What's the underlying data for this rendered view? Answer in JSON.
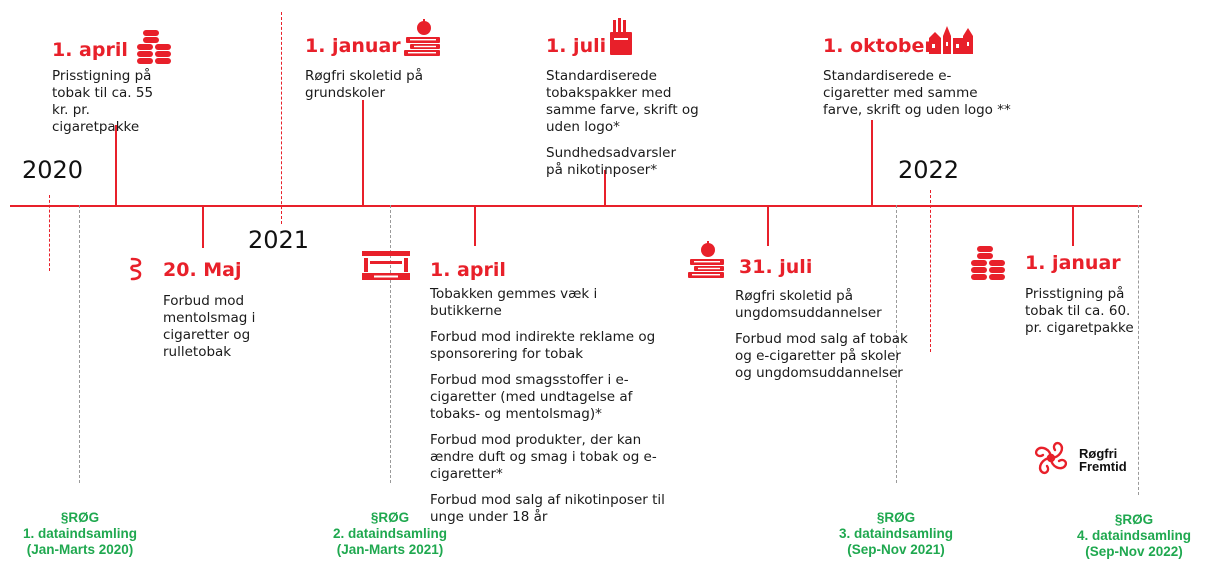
{
  "years": {
    "y2020": "2020",
    "y2021": "2021",
    "y2022": "2022"
  },
  "events": {
    "e1": {
      "title": "1. april",
      "text": "Prisstigning på tobak til ca. 55 kr. pr. cigaretpakke",
      "icon": "coins-icon"
    },
    "e2": {
      "title": "20. Maj",
      "text": "Forbud mod mentolsmag i cigaretter og rulletobak",
      "icon": "menthol-icon"
    },
    "e3": {
      "title": "1. januar",
      "text": "Røgfri skoletid på grundskoler",
      "icon": "books-apple-icon"
    },
    "e4": {
      "title": "1. april",
      "icon": "shop-counter-icon",
      "items": [
        "Tobakken gemmes væk i butikkerne",
        "Forbud mod indirekte reklame og sponsorering for tobak",
        "Forbud mod smagsstoffer i e-cigaretter (med undtagelse af tobaks- og mentolsmag)*",
        "Forbud mod produkter, der kan ændre duft og smag i tobak og e-cigaretter*",
        "Forbud mod salg af nikotinposer til unge under 18 år"
      ]
    },
    "e5": {
      "title": "1. juli",
      "icon": "cigarette-pack-icon",
      "items": [
        "Standardiserede tobakspakker med samme farve, skrift og uden logo*",
        "Sundhedsadvarsler på nikotinposer*"
      ]
    },
    "e6": {
      "title": "31. juli",
      "icon": "books-apple-icon",
      "items": [
        "Røgfri skoletid på ungdomsuddannelser",
        "Forbud mod salg af tobak og e-cigaretter på skoler og ungdomsuddannelser"
      ]
    },
    "e7": {
      "title": "1. oktober",
      "text": "Standardiserede e-cigaretter med samme farve, skrift og uden logo **",
      "icon": "town-icon"
    },
    "e8": {
      "title": "1. januar",
      "text": "Prisstigning på tobak til ca. 60. pr. cigaretpakke",
      "icon": "coins-icon"
    }
  },
  "data_collections": [
    {
      "org": "§RØG",
      "label": "1. dataindsamling",
      "period": "(Jan-Marts 2020)"
    },
    {
      "org": "§RØG",
      "label": "2. dataindsamling",
      "period": "(Jan-Marts 2021)"
    },
    {
      "org": "§RØG",
      "label": "3. dataindsamling",
      "period": "(Sep-Nov 2021)"
    },
    {
      "org": "§RØG",
      "label": "4. dataindsamling",
      "period": "(Sep-Nov 2022)"
    }
  ],
  "logo": {
    "line1": "Røgfri",
    "line2": "Fremtid"
  },
  "colors": {
    "accent": "#e8202a",
    "green": "#1fa84f",
    "dashed_grey": "#9a9a9a"
  }
}
